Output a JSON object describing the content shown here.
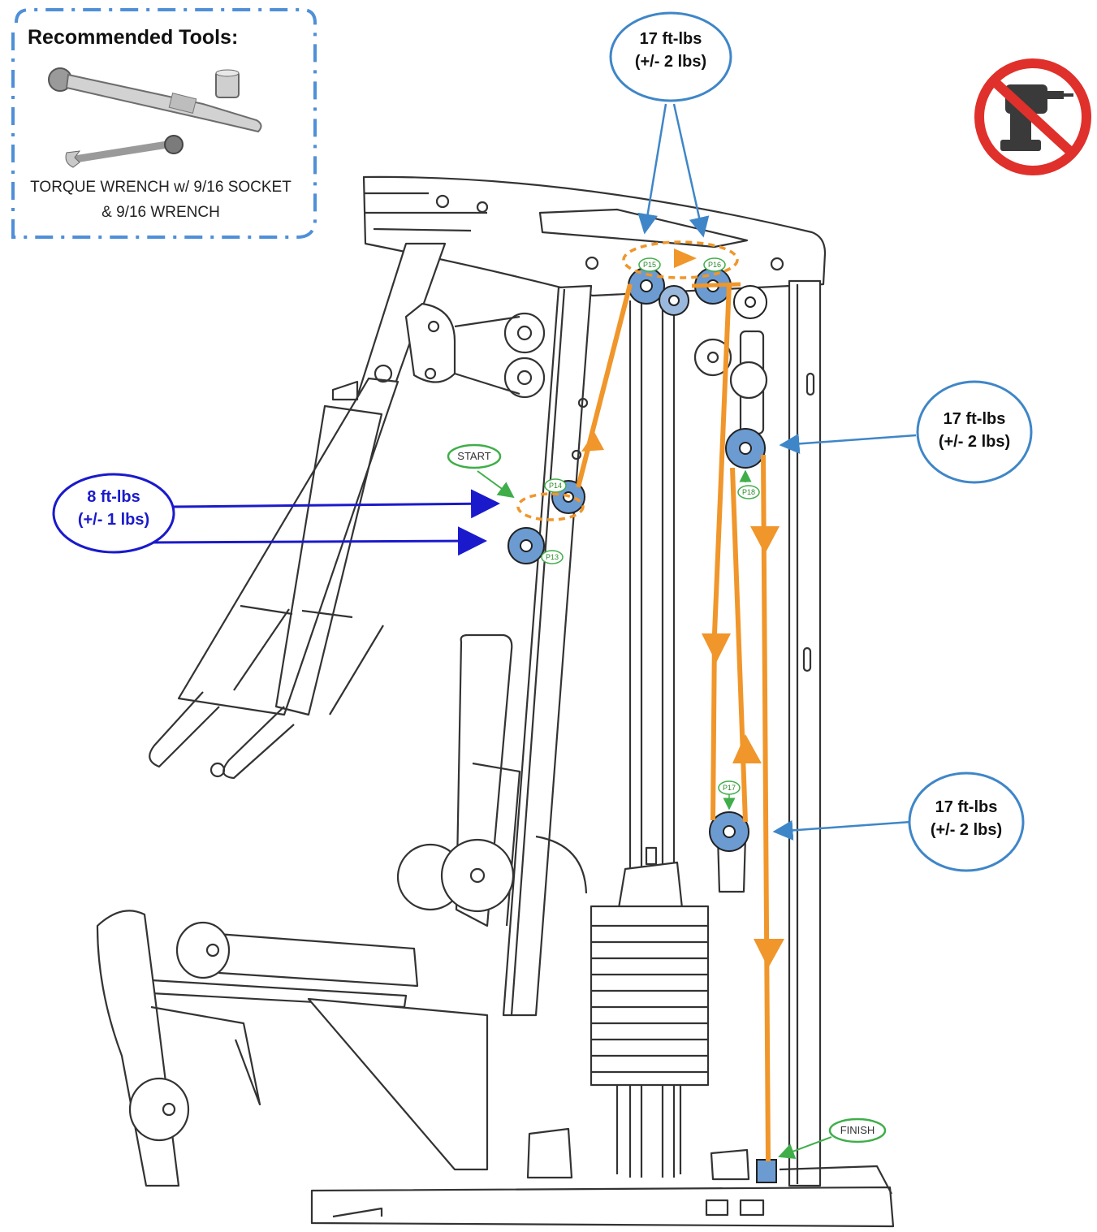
{
  "tools": {
    "title": "Recommended Tools:",
    "line1": "TORQUE WRENCH w/ 9/16 SOCKET",
    "line2": "&  9/16 WRENCH"
  },
  "torque_callouts": {
    "top": {
      "line1": "17 ft-lbs",
      "line2": "(+/- 2 lbs)"
    },
    "right_upper": {
      "line1": "17 ft-lbs",
      "line2": "(+/- 2 lbs)"
    },
    "right_lower": {
      "line1": "17 ft-lbs",
      "line2": "(+/- 2 lbs)"
    },
    "left": {
      "line1": "8 ft-lbs",
      "line2": "(+/- 1 lbs)"
    }
  },
  "markers": {
    "start": "START",
    "finish": "FINISH"
  },
  "pulleys": {
    "p13": "P13",
    "p14": "P14",
    "p15": "P15",
    "p16": "P16",
    "p17": "P17",
    "p18": "P18"
  },
  "icons": {
    "no_power_drill": "no-power-drill-icon",
    "torque_wrench": "torque-wrench-icon",
    "socket": "socket-icon",
    "wrench": "combination-wrench-icon"
  },
  "colors": {
    "cable": "#f0962a",
    "torque_callout": "#3f86c8",
    "torque_callout_low": "#1a1acc",
    "pulley": "#6b9bd1",
    "marker": "#3fae49",
    "prohibition": "#e0302b",
    "tools_border": "#4f8fd8"
  }
}
